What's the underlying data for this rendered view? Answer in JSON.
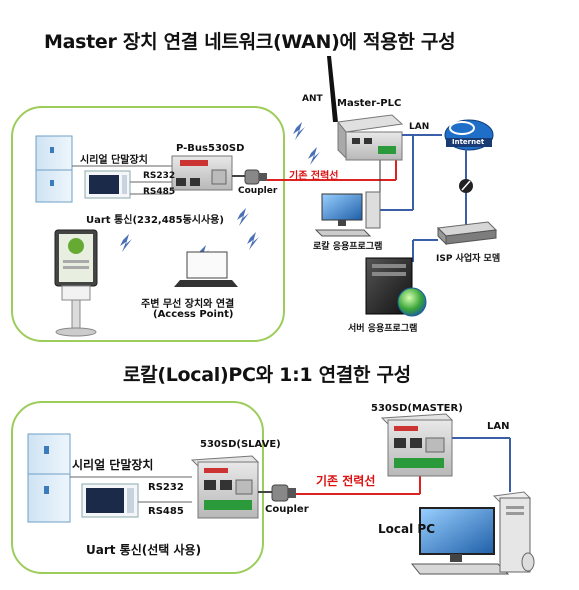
{
  "top_diagram": {
    "title": "Master 장치 연결 네트워크(WAN)에 적용한 구성",
    "ant": "ANT",
    "master_plc": "Master-PLC",
    "lan": "LAN",
    "internet": "Internet",
    "serial_terminal": "시리얼 단말장치",
    "pbus": "P-Bus530SD",
    "rs232": "RS232",
    "rs485": "RS485",
    "coupler": "Coupler",
    "power_line": "기존 전력선",
    "uart": "Uart 통신(232,485동시사용)",
    "local_app": "로칼 응용프로그램",
    "isp_modem": "ISP 사업자 모뎀",
    "wireless": "주변 무선 장치와 연결",
    "access_point": "(Access Point)",
    "server_app": "서버 응용프로그램"
  },
  "bottom_diagram": {
    "title": "로칼(Local)PC와 1:1 연결한 구성",
    "master_530": "530SD(MASTER)",
    "lan": "LAN",
    "slave_530": "530SD(SLAVE)",
    "serial_terminal": "시리얼 단말장치",
    "rs232": "RS232",
    "rs485": "RS485",
    "coupler": "Coupler",
    "power_line": "기존 전력선",
    "local_pc": "Local PC",
    "uart": "Uart 통신(선택 사용)"
  }
}
